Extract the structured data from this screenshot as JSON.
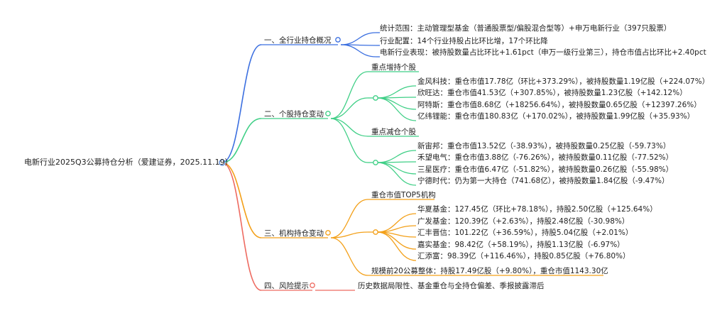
{
  "root": "电新行业2025Q3公募持仓分析（爱建证券，2025.11.19）",
  "colors": {
    "branch1": "#3b6fe0",
    "branch2": "#3fcf86",
    "branch3": "#f3a019",
    "branch4": "#ee6b61",
    "root": "#5b8de0"
  },
  "branches": [
    {
      "label": "一、全行业持仓概况",
      "items": [
        "统计范围：主动管理型基金（普通股票型/偏股混合型等）+申万电新行业（397只股票）",
        "行业配置：14个行业持股占比环比增，17个环比降",
        "电新行业表现：被持股数量占比环比+1.61pct（申万一级行业第三），持仓市值占比环比+2.40pct"
      ]
    },
    {
      "label": "二、个股持仓变动",
      "groups": [
        {
          "title": "重点增持个股",
          "items": [
            "金风科技：重仓市值17.78亿（环比+373.29%），被持股数量1.19亿股（+224.07%）",
            "欣旺达：重仓市值41.53亿（+307.85%），被持股数量1.23亿股（+142.12%）",
            "阿特斯：重仓市值8.68亿（+18256.64%），被持股数量0.65亿股（+12397.26%）",
            "亿纬锂能：重仓市值180.83亿（+170.02%），被持股数量1.99亿股（+35.93%）"
          ]
        },
        {
          "title": "重点减仓个股",
          "items": [
            "新宙邦：重仓市值13.52亿（-38.93%），被持股数量0.25亿股（-59.73%）",
            "禾望电气：重仓市值3.88亿（-76.26%），被持股数量0.11亿股（-77.52%）",
            "三星医疗：重仓市值6.47亿（-51.82%），被持股数量0.26亿股（-55.98%）",
            "宁德时代：仍为第一大持仓（741.68亿），被持股数量1.84亿股（-9.47%）"
          ]
        }
      ]
    },
    {
      "label": "三、机构持仓变动",
      "groups": [
        {
          "title": "重仓市值TOP5机构",
          "items": [
            "华夏基金：127.45亿（环比+78.18%），持股2.50亿股（+125.64%）",
            "广发基金：120.39亿（+2.63%），持股2.48亿股（-30.98%）",
            "汇丰晋信：101.22亿（+36.59%），持股5.04亿股（+2.01%）",
            "嘉实基金：98.42亿（+58.19%），持股1.13亿股（-6.97%）",
            "汇添富：98.39亿（+116.46%），持股0.85亿股（+76.80%）"
          ]
        }
      ],
      "items": [
        "规模前20公募整体：持股17.49亿股（+9.80%），重仓市值1143.30亿"
      ]
    },
    {
      "label": "四、风险提示",
      "items": [
        "历史数据局限性、基金重仓与全持仓偏差、季报披露滞后"
      ]
    }
  ]
}
